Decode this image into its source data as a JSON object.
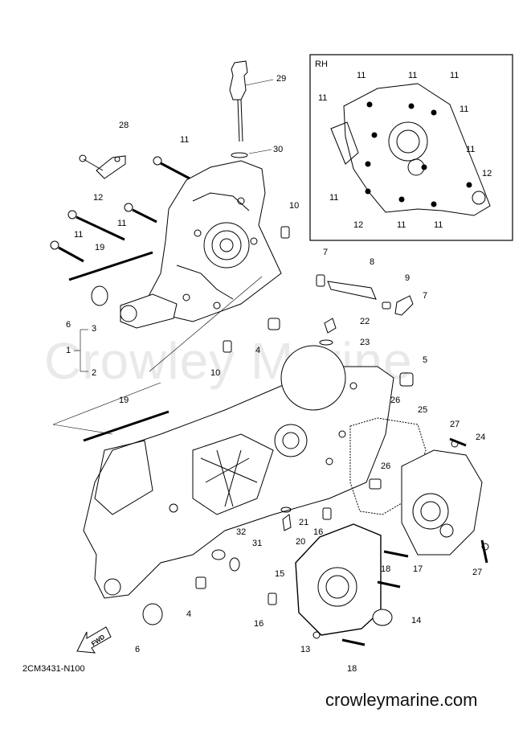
{
  "watermark": "Crowley Marine",
  "footer_url": "crowleymarine.com",
  "diagram_code": "2CM3431-N100",
  "inset_label": "RH",
  "fwd_label": "FWD",
  "callouts": [
    {
      "id": "c29",
      "text": "29"
    },
    {
      "id": "c28",
      "text": "28"
    },
    {
      "id": "c30",
      "text": "30"
    },
    {
      "id": "c11a",
      "text": "11"
    },
    {
      "id": "c12a",
      "text": "12"
    },
    {
      "id": "c11b",
      "text": "11"
    },
    {
      "id": "c10a",
      "text": "10"
    },
    {
      "id": "c11c",
      "text": "11"
    },
    {
      "id": "c19a",
      "text": "19"
    },
    {
      "id": "c6a",
      "text": "6"
    },
    {
      "id": "c3",
      "text": "3"
    },
    {
      "id": "c1",
      "text": "1"
    },
    {
      "id": "c2",
      "text": "2"
    },
    {
      "id": "c4a",
      "text": "4"
    },
    {
      "id": "c10b",
      "text": "10"
    },
    {
      "id": "c7a",
      "text": "7"
    },
    {
      "id": "c8",
      "text": "8"
    },
    {
      "id": "c9",
      "text": "9"
    },
    {
      "id": "c7b",
      "text": "7"
    },
    {
      "id": "c22",
      "text": "22"
    },
    {
      "id": "c23",
      "text": "23"
    },
    {
      "id": "c5",
      "text": "5"
    },
    {
      "id": "c26a",
      "text": "26"
    },
    {
      "id": "c25",
      "text": "25"
    },
    {
      "id": "c19b",
      "text": "19"
    },
    {
      "id": "c27a",
      "text": "27"
    },
    {
      "id": "c24",
      "text": "24"
    },
    {
      "id": "c26b",
      "text": "26"
    },
    {
      "id": "c21",
      "text": "21"
    },
    {
      "id": "c16a",
      "text": "16"
    },
    {
      "id": "c20",
      "text": "20"
    },
    {
      "id": "c32",
      "text": "32"
    },
    {
      "id": "c31",
      "text": "31"
    },
    {
      "id": "c15",
      "text": "15"
    },
    {
      "id": "c18a",
      "text": "18"
    },
    {
      "id": "c17",
      "text": "17"
    },
    {
      "id": "c27b",
      "text": "27"
    },
    {
      "id": "c4b",
      "text": "4"
    },
    {
      "id": "c16b",
      "text": "16"
    },
    {
      "id": "c14",
      "text": "14"
    },
    {
      "id": "c6b",
      "text": "6"
    },
    {
      "id": "c13",
      "text": "13"
    },
    {
      "id": "c18b",
      "text": "18"
    },
    {
      "id": "r11a",
      "text": "11"
    },
    {
      "id": "r11b",
      "text": "11"
    },
    {
      "id": "r11c",
      "text": "11"
    },
    {
      "id": "r11d",
      "text": "11"
    },
    {
      "id": "r11e",
      "text": "11"
    },
    {
      "id": "r11f",
      "text": "11"
    },
    {
      "id": "r12a",
      "text": "12"
    },
    {
      "id": "r11g",
      "text": "11"
    },
    {
      "id": "r12b",
      "text": "12"
    },
    {
      "id": "r11h",
      "text": "11"
    },
    {
      "id": "r11i",
      "text": "11"
    }
  ]
}
